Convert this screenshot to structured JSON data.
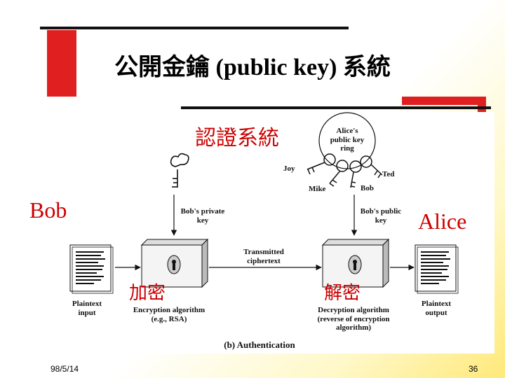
{
  "slide": {
    "title": "公開金鑰 (public key) 系統",
    "date": "98/5/14",
    "page_number": "36"
  },
  "labels": {
    "cert": "認證系統",
    "bob": "Bob",
    "alice": "Alice",
    "encrypt": "加密",
    "decrypt": "解密"
  },
  "figure": {
    "ring": [
      "Alice's",
      "public key",
      "ring"
    ],
    "joy": "Joy",
    "mike": "Mike",
    "bob_small": "Bob",
    "ted": "Ted",
    "private_key": [
      "Bob's private",
      "key"
    ],
    "public_key": [
      "Bob's public",
      "key"
    ],
    "transmitted": [
      "Transmitted",
      "ciphertext"
    ],
    "plaintext_input": [
      "Plaintext",
      "input"
    ],
    "plaintext_output": [
      "Plaintext",
      "output"
    ],
    "enc_algo": [
      "Encryption algorithm",
      "(e.g., RSA)"
    ],
    "dec_algo": [
      "Decryption algorithm",
      "(reverse of encryption",
      "algorithm)"
    ],
    "caption": "(b) Authentication"
  },
  "colors": {
    "accent_red": "#e02020",
    "label_red": "#cc0000",
    "bar_dark": "#111111"
  }
}
